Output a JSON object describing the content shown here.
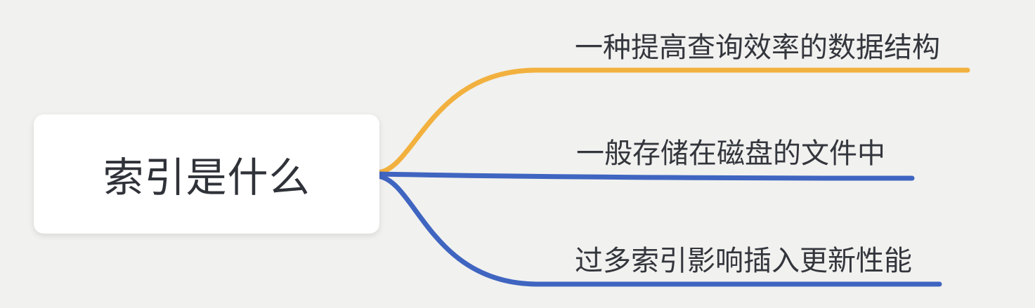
{
  "canvas": {
    "background": "#f1f1ef"
  },
  "mindmap": {
    "root": {
      "label": "索引是什么",
      "fill": "#ffffff",
      "text_color": "#2f3238"
    },
    "branches": [
      {
        "label": "一种提高查询效率的数据结构",
        "line_color": "#f2b13e"
      },
      {
        "label": "一般存储在磁盘的文件中",
        "line_color": "#3f65c1"
      },
      {
        "label": "过多索引影响插入更新性能",
        "line_color": "#3f65c1"
      }
    ],
    "text_color": "#33363c"
  }
}
